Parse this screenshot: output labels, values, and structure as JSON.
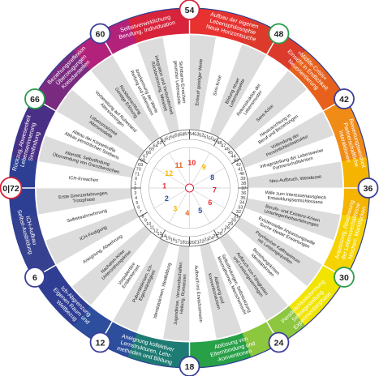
{
  "colors": {
    "sectors": [
      "#e7322f",
      "#dc3b2b",
      "#e8611c",
      "#f08b16",
      "#f4b400",
      "#f6d300",
      "#f0e400",
      "#8dc63f",
      "#27a047",
      "#1e7b73",
      "#2c4e9c",
      "#2f3e93",
      "#36418f",
      "#2c3f93",
      "#4a2f86",
      "#7a2b7f",
      "#b3227a",
      "#d7233b"
    ],
    "ring_blue": "#3a3f9a",
    "ring_red": "#d7233b",
    "ring_green": "#2a9d4a",
    "stripe_light": "#dcdcdc",
    "stripe_white": "#ffffff",
    "phase_colors": [
      "#e7322f",
      "#2c4e9c",
      "#f6b400",
      "#e8611c",
      "#2c4e9c",
      "#e7322f",
      "#d7233b",
      "#2c4e9c",
      "#f6b400",
      "#e7322f",
      "#e8611c",
      "#f6b400"
    ]
  },
  "outer_labels": [
    [
      "Aufbau der eigenen",
      "Lebensphilosophie",
      "Neue Horizontsuche"
    ],
    [
      "»Midlife-Crisis«",
      "Einsicht in Endlichkeit",
      "Neuorientierung"
    ],
    [
      "Bewertungsweisheit",
      "Partnerschaftliche",
      "Interaktionen"
    ],
    [
      "Anpassung, Abschwung",
      "der Lebensverhältnisse",
      "Nischen, Marktlücken"
    ],
    [
      "Persönlichkeitsformung",
      "Selbstgestaltung",
      "Experimentierphase"
    ],
    [
      "Ablösung von",
      "Elternbindung und",
      "-konventionen"
    ],
    [
      "Aneignung kollektiver",
      "Lernstrukturen, Lehr-",
      "methoden und Bildung"
    ],
    [
      "Ich-Abgrenzung",
      "Eigenen Raum und",
      "Weltbezug"
    ],
    [
      "ICH-Aufbau",
      "Selbst-Ausbildung"
    ],
    [
      "Rückzug, Abwesenheit",
      "Lebenserinnerung",
      "Sinnfindung"
    ],
    [
      "Beziehungsreflexion",
      "Überzeugungen",
      "Kreisdarstellen"
    ],
    [
      "Selbstverwirklichung",
      "Berufung, Individuation"
    ]
  ],
  "age_markers": [
    "54",
    "48",
    "42",
    "36",
    "30",
    "24",
    "18",
    "12",
    "6",
    "0|72",
    "66",
    "60"
  ],
  "segment_labels": [
    [
      "Entwurf geistiger Werte"
    ],
    [
      "Sinn-Krise"
    ],
    [
      "Bildung neuer",
      "Lebensaspekte"
    ],
    [
      "Rekonstruktion der",
      "Lebensmuster"
    ],
    [
      "Sens-Krise"
    ],
    [
      "Neuausrichtung in",
      "Beruf und Beziehungen"
    ],
    [
      "Vollendung der",
      "Persönlichkeitsstruktur"
    ],
    [
      "Infragestellung der Lebensweise",
      "Partnerschaftskrisen"
    ],
    [
      "Neu-Aufbruch, Wendezeit"
    ],
    [
      "Wille zum Interessenausgleich",
      "Entwicklungsentschlossene"
    ],
    [
      "Berufs- und Existenz-Krisen",
      "Unterlegenheitserfahrungen"
    ],
    [
      "Existenzieller Anpassungswille",
      "Suche idealer Erwartungen"
    ],
    [
      "Psychischer Kaffmaximum",
      "mit Leistungsquellen"
    ],
    [
      "Beziehungskrisen",
      "Identitätskrisen"
    ],
    [
      "Aufbruch von Fähigkeiten",
      "und Leistungsvermögen"
    ],
    [
      "Selbstfindungen, Selbstsetzung",
      "Minimalformen, Menschenrecht"
    ],
    [
      "Ablösung und",
      "Konventionskrisen"
    ],
    [
      "Aufbruch ins Erwachsensein"
    ],
    [
      "Jugendkrise, Verwandtschaften",
      "Heilung, Romanzen"
    ],
    [
      "Identitätskrisen, Idealbildung"
    ],
    [
      "Pubertätskrisen, Ich-",
      "Eigenständigkeit"
    ],
    [
      "Vorpubertäre",
      "Entdeckerzeit"
    ],
    [
      "Nachahm-Krise",
      "Unterordnungskrise"
    ],
    [
      "Aneignung, Abwehrung"
    ],
    [
      "ICH-Festigung"
    ],
    [
      "Selbstwahrnehmung"
    ],
    [
      "Erste Grenzerfahrungen,",
      "Trotzphase"
    ],
    [
      "ICH-Erwachen"
    ],
    [
      "Alterstill, Selbstfindung",
      "Überwindung von Grenzbereichen"
    ],
    [
      "Abbau der Körperkräfte",
      "Abbau persönlichen Strebens"
    ],
    [
      "Lebensresümee",
      "Altersmodelle"
    ],
    [
      "Vorbereitung auf Ruhestand",
      "Altersvorsorgen"
    ],
    [
      "Rückbetrachtung",
      "Geistige Erlösung"
    ],
    [
      "Anerkennung der Werte",
      "Reifung und Lebenssinn"
    ],
    [
      "Integration und Verbundenheit",
      "Rückbesinnung, Weisheit"
    ],
    [
      "Sichtbares Erreichen",
      "gesetzter Lebensziele"
    ]
  ],
  "tick_numbers": [
    "54",
    "53",
    "52",
    "51",
    "50",
    "49",
    "48",
    "47",
    "46",
    "45",
    "44",
    "43",
    "42",
    "41",
    "40",
    "39",
    "38",
    "37",
    "36",
    "35",
    "34",
    "33",
    "32",
    "31",
    "30",
    "29",
    "28",
    "27",
    "26",
    "25",
    "24",
    "23",
    "22",
    "21",
    "20",
    "19",
    "18",
    "17",
    "16",
    "15",
    "14",
    "13",
    "12",
    "11",
    "10",
    "9",
    "8",
    "7",
    "6",
    "5",
    "4",
    "3",
    "2",
    "1",
    "0",
    "71",
    "70",
    "69",
    "68",
    "67",
    "66",
    "65",
    "64",
    "63",
    "62",
    "61",
    "60",
    "59",
    "58",
    "57"
  ],
  "phase_numbers": [
    "1",
    "2",
    "3",
    "4",
    "5",
    "6",
    "7",
    "8",
    "9",
    "10",
    "11",
    "12"
  ]
}
